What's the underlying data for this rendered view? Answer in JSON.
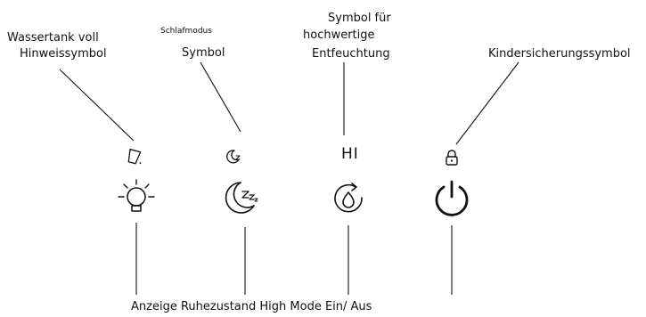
{
  "callouts_top": {
    "water_tank_line1": "Wassertank voll",
    "water_tank_line2": "Hinweissymbol",
    "sleep_line1": "Schlafmodus",
    "sleep_line2": "Symbol",
    "high_line1": "Symbol für",
    "high_line2": "hochwertige",
    "high_line3": "Entfeuchtung",
    "child_lock": "Kindersicherungssymbol"
  },
  "indicators": {
    "high_text": "HI"
  },
  "callouts_bottom": {
    "text": "Anzeige  Ruhezustand High Mode Ein/ Aus"
  },
  "icons": [
    "tank-full-icon",
    "sleep-moon-icon",
    "hi-indicator",
    "lock-icon",
    "light-bulb-button-icon",
    "sleep-zz-button-icon",
    "high-mode-drop-button-icon",
    "power-button-icon"
  ],
  "colors": {
    "ink": "#111111",
    "background": "#ffffff"
  }
}
